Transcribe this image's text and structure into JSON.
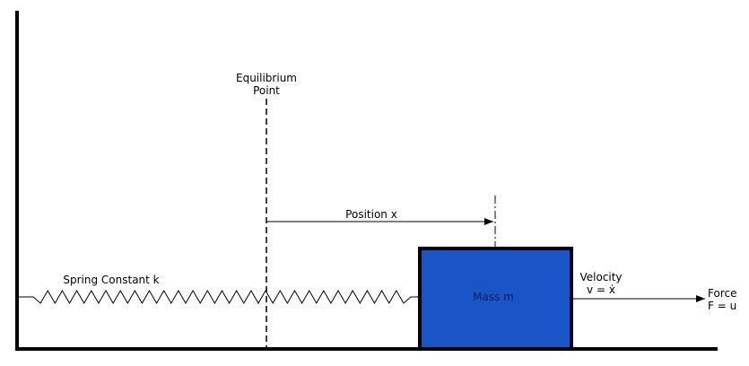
{
  "labels": {
    "equilibrium_line1": "Equilibrium",
    "equilibrium_line2": "Point",
    "position": "Position x",
    "spring": "Spring Constant k",
    "mass": "Mass m",
    "velocity_line1": "Velocity",
    "velocity_line2": "v = ẋ",
    "force_line1": "Force",
    "force_line2": "F = u"
  },
  "colors": {
    "mass_fill": "#1a55c8",
    "mass_border": "#000000",
    "mass_text": "#0a1f4d",
    "line": "#000000",
    "background": "#ffffff"
  }
}
